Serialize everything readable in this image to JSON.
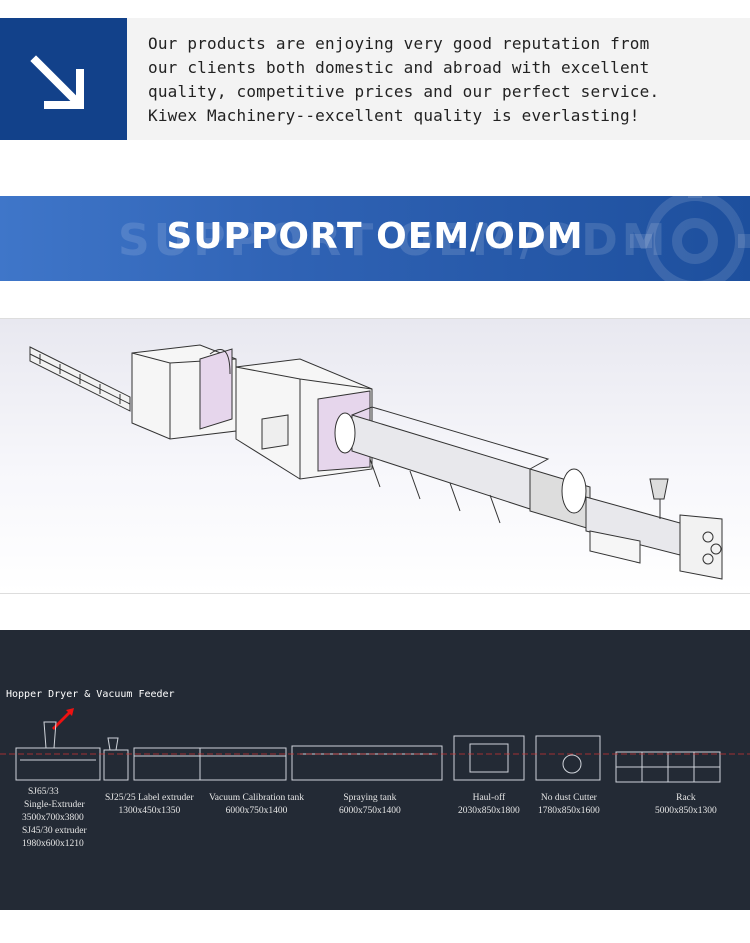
{
  "intro": {
    "icon": "arrow-down-right-icon",
    "lines": [
      "Our products are enjoying very good reputation from",
      "our clients both domestic and abroad with excellent",
      "quality, competitive prices and our perfect service.",
      "Kiwex Machinery--excellent quality is everlasting!"
    ]
  },
  "banner": {
    "title": "SUPPORT OEM/ODM",
    "watermark": "SUPPORT OEM/ODM"
  },
  "layout": {
    "title": "Hopper Dryer & Vacuum Feeder",
    "units": [
      {
        "lines": [
          "SJ65/33",
          "Single-Extruder",
          "3500x700x3800",
          "SJ45/30  extruder",
          "1980x600x1210"
        ]
      },
      {
        "lines": [
          "SJ25/25 Label extruder",
          "1300x450x1350"
        ]
      },
      {
        "lines": [
          "Vacuum Calibration tank",
          "6000x750x1400"
        ]
      },
      {
        "lines": [
          "Spraying tank",
          "6000x750x1400"
        ]
      },
      {
        "lines": [
          "Haul-off",
          "2030x850x1800"
        ]
      },
      {
        "lines": [
          "No dust Cutter",
          "1780x850x1600"
        ]
      },
      {
        "lines": [
          "Rack",
          "5000x850x1300"
        ]
      }
    ]
  }
}
